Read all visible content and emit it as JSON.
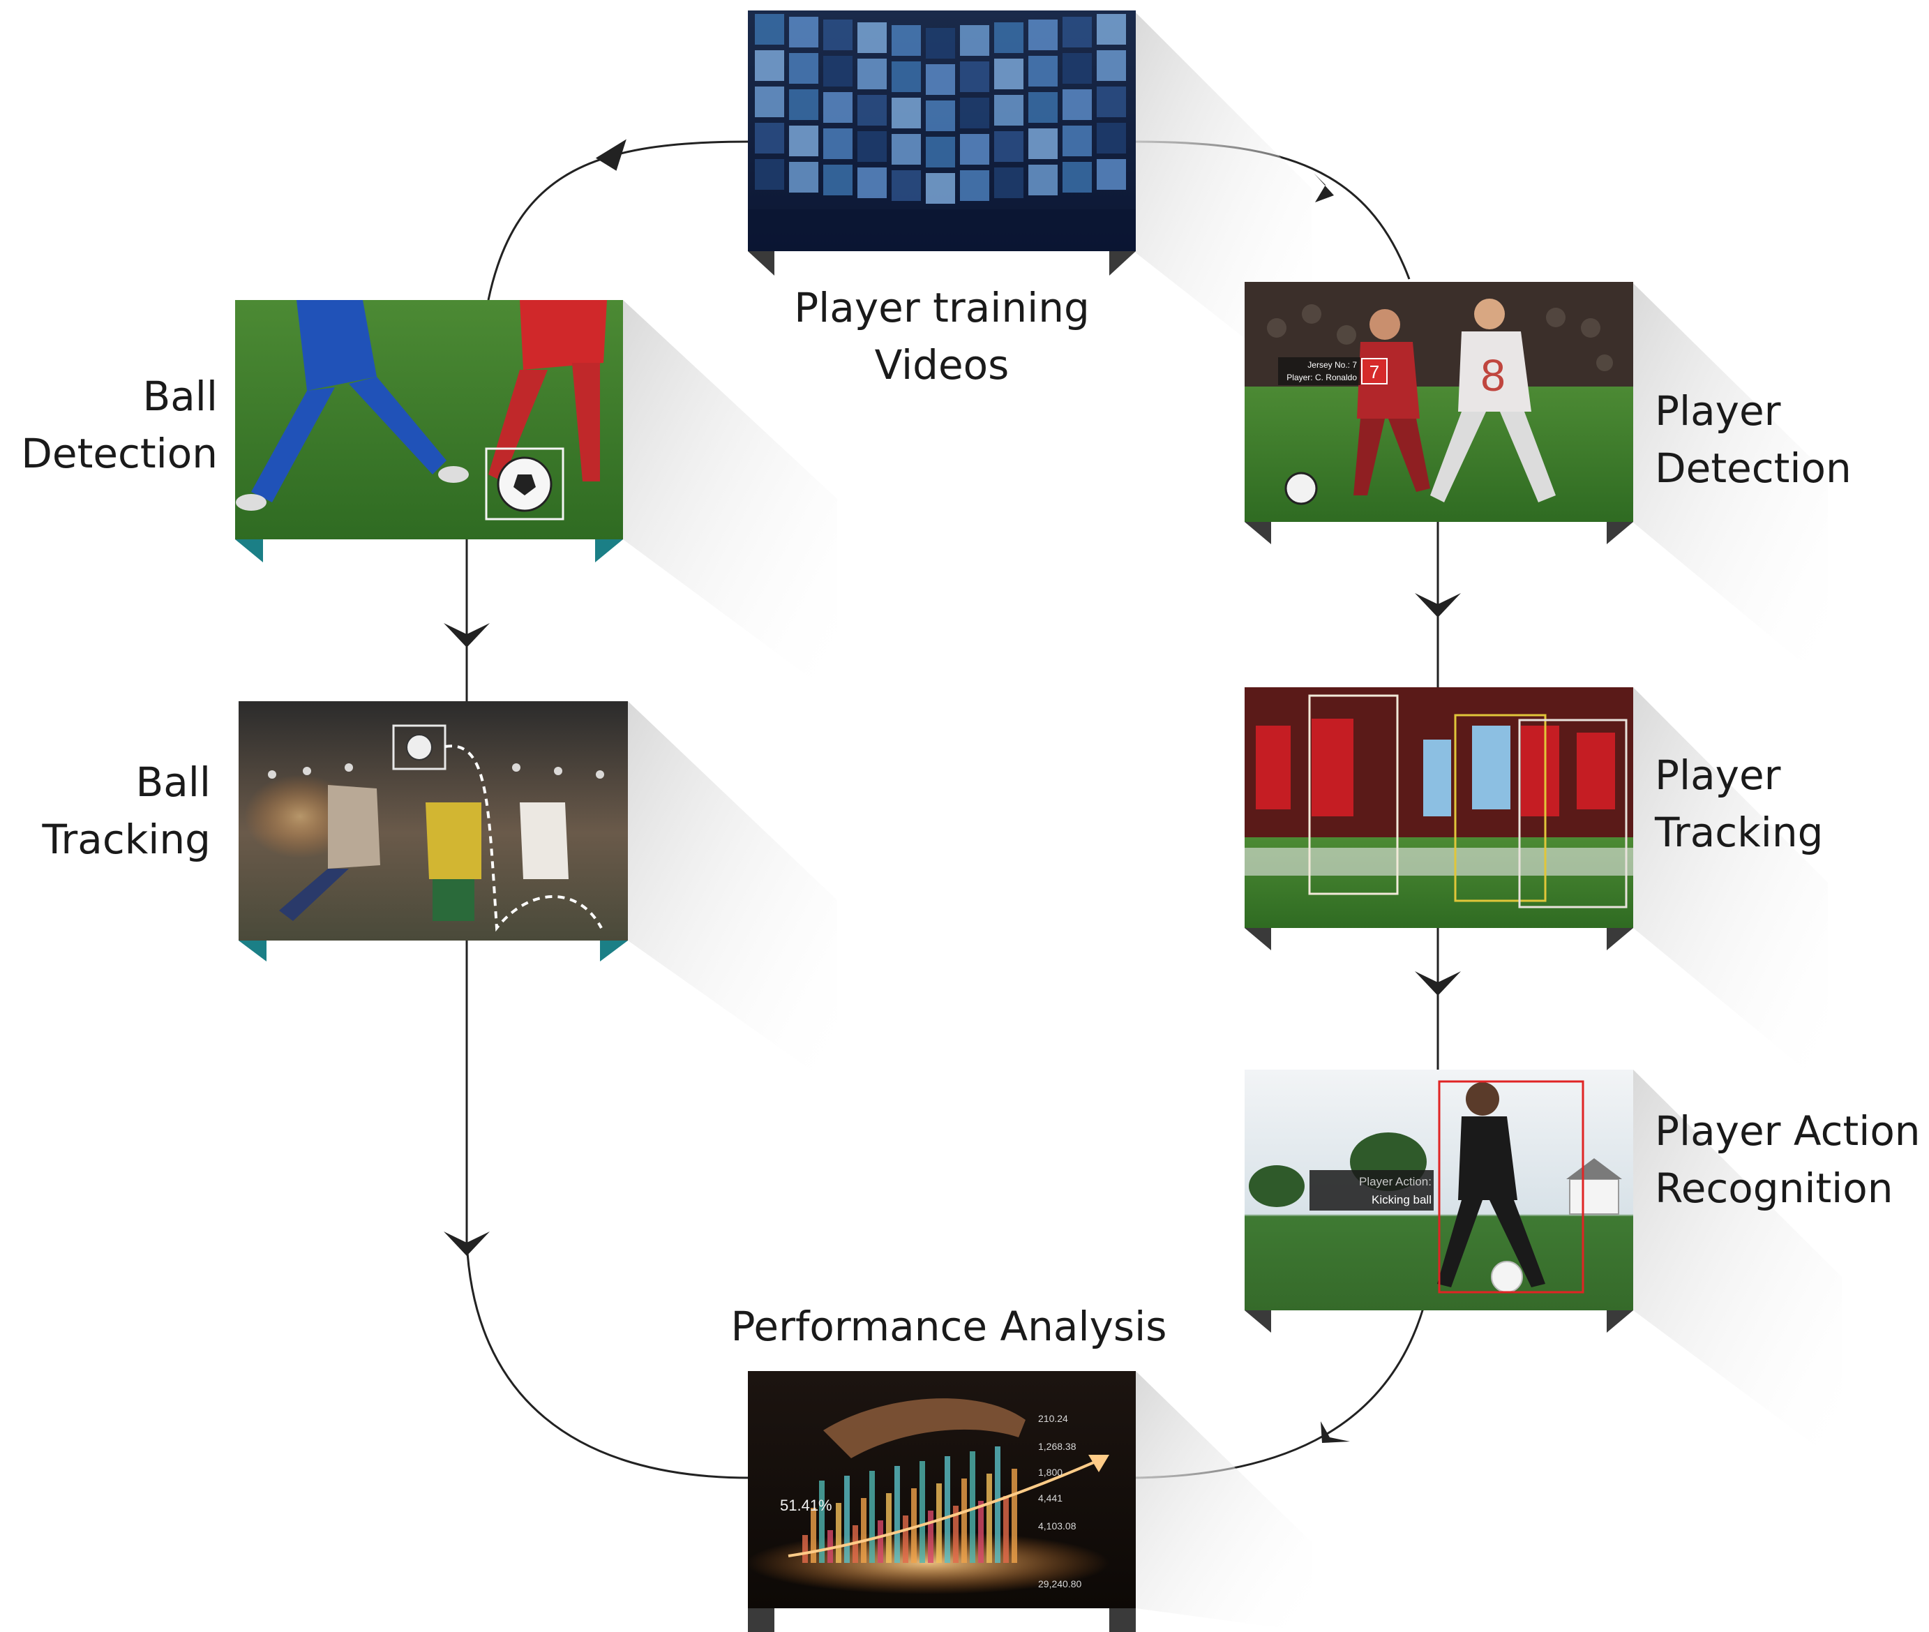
{
  "stages": [
    {
      "id": "videos",
      "label_lines": [
        "Player training",
        "Videos"
      ],
      "image_icon": "video-wall-icon"
    },
    {
      "id": "player-detection",
      "label_lines": [
        "Player",
        "Detection"
      ],
      "image_icon": "player-detection-image",
      "overlay": {
        "line1": "Jersey No.: 7",
        "line2": "Player: C. Ronaldo",
        "badge": "7",
        "shirt_number": "8"
      }
    },
    {
      "id": "player-tracking",
      "label_lines": [
        "Player",
        "Tracking"
      ],
      "image_icon": "player-tracking-image"
    },
    {
      "id": "action-recognition",
      "label_lines": [
        "Player Action",
        "Recognition"
      ],
      "image_icon": "action-recognition-image",
      "overlay": {
        "line1": "Player Action:",
        "line2": "Kicking ball"
      }
    },
    {
      "id": "performance",
      "label_lines": [
        "Performance Analysis"
      ],
      "image_icon": "analytics-chart-image",
      "overlay": {
        "percent": "51.41%",
        "values": [
          "210.24",
          "1,268.38",
          "1,800",
          "4,441",
          "4,103.08",
          "29,240.80"
        ]
      }
    },
    {
      "id": "ball-tracking",
      "label_lines": [
        "Ball",
        "Tracking"
      ],
      "image_icon": "ball-tracking-image"
    },
    {
      "id": "ball-detection",
      "label_lines": [
        "Ball",
        "Detection"
      ],
      "image_icon": "ball-detection-image"
    }
  ],
  "colors": {
    "arrow": "#222222",
    "accent_teal": "#1b7f86",
    "pin_dark": "#3a3a3a",
    "shadow": "#e2e2e2",
    "grass": "#3f7f2c"
  }
}
